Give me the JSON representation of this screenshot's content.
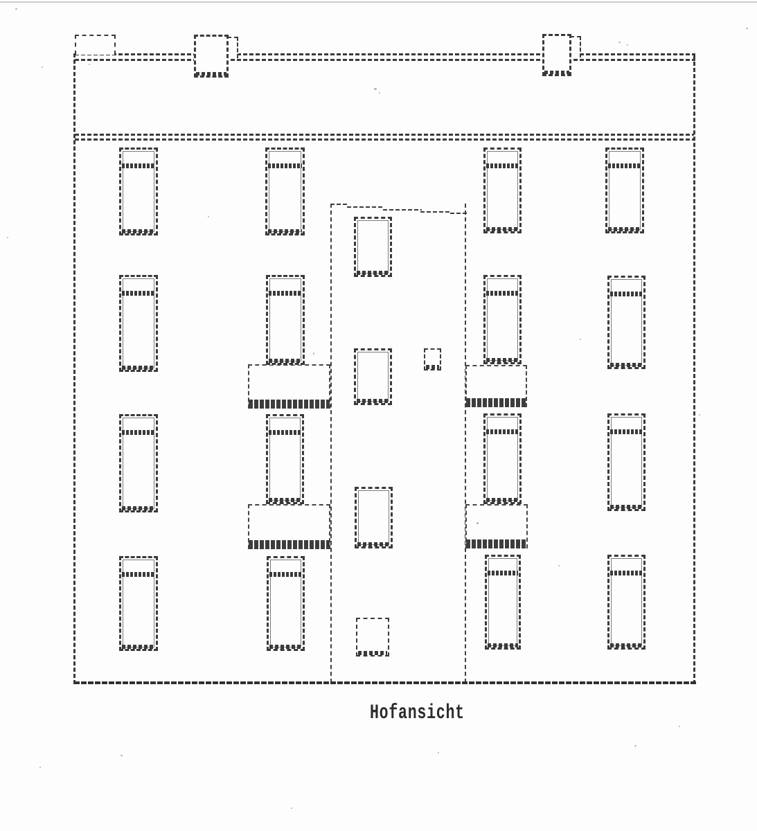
{
  "caption": {
    "label": "Hofansicht"
  },
  "drawing": {
    "type": "architectural-elevation-scan",
    "view_label": "Hofansicht",
    "floors": 4,
    "facade_window_columns": 4,
    "facade_windows": 16,
    "stairwell_windows": 5,
    "balconies": 4,
    "chimneys": 2,
    "roof_parapets": 1
  },
  "colors": {
    "ink": "#3a3a3a",
    "paper": "#fdfdfd",
    "faint_top_line": "#cccccc",
    "speck": "#b0b0b0"
  }
}
